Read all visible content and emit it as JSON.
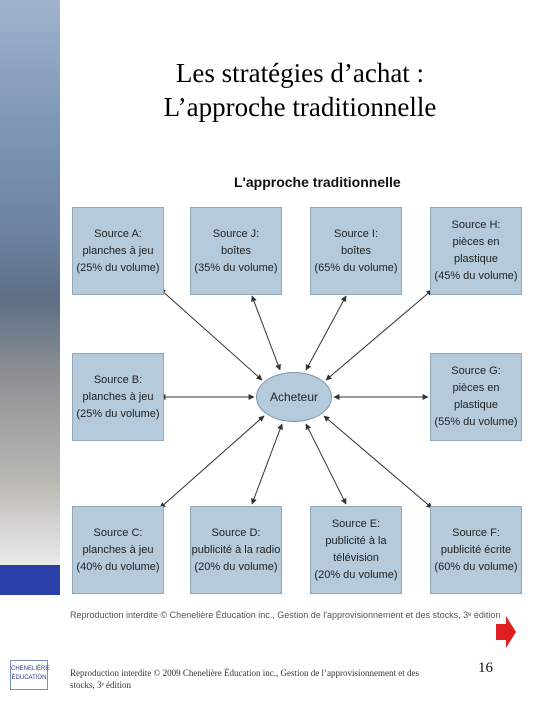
{
  "slide": {
    "title_line1": "Les stratégies d’achat :",
    "title_line2": "L’approche traditionnelle"
  },
  "diagram": {
    "title": "L'approche traditionnelle",
    "center": "Acheteur",
    "sources": {
      "A": {
        "l1": "Source A:",
        "l2": "planches à jeu",
        "l3": "(25% du volume)"
      },
      "J": {
        "l1": "Source J:",
        "l2": "boîtes",
        "l3": "(35% du volume)"
      },
      "I": {
        "l1": "Source I:",
        "l2": "boîtes",
        "l3": "(65% du volume)"
      },
      "H": {
        "l1": "Source H:",
        "l2": "pièces en plastique",
        "l3": "(45% du volume)"
      },
      "B": {
        "l1": "Source B:",
        "l2": "planches à jeu",
        "l3": "(25% du volume)"
      },
      "G": {
        "l1": "Source G:",
        "l2": "pièces en plastique",
        "l3": "(55% du volume)"
      },
      "C": {
        "l1": "Source C:",
        "l2": "planches à jeu",
        "l3": "(40% du volume)"
      },
      "D": {
        "l1": "Source D:",
        "l2": "publicité à la radio",
        "l3": "(20% du volume)"
      },
      "E": {
        "l1": "Source E:",
        "l2": "publicité à la télévision",
        "l3": "(20% du volume)"
      },
      "F": {
        "l1": "Source F:",
        "l2": "publicité écrite",
        "l3": "(60% du volume)"
      }
    },
    "caption": "Reproduction interdite © Chenelière Éducation inc., Gestion de l'approvisionnement et des stocks, 3ᵉ édition"
  },
  "footer": {
    "text": "Reproduction interdite © 2009 Chenelière Éducation inc., Gestion de l’approvisionnement et des stocks, 3ᵉ édition",
    "page_number": "16",
    "logo_line1": "CHENELIÈRE",
    "logo_line2": "ÉDUCATION"
  },
  "colors": {
    "box_fill": "#b5cbdb",
    "accent_blue": "#2a3fa8",
    "next_arrow": "#e02020"
  }
}
